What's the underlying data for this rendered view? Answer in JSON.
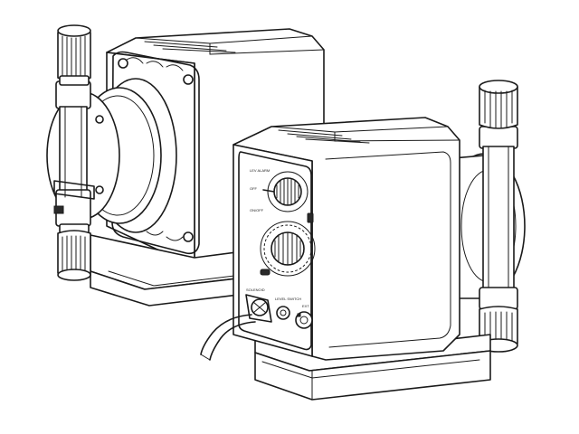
{
  "panel_labels": {
    "label_a": "LEV ALARM",
    "label_b": "OFF",
    "label_c": "ON/OFF",
    "solenoid": "SOLENOID",
    "level": "LEVEL SWITCH",
    "ext": "EXT"
  },
  "colors": {
    "line": "#1a1a1a",
    "fill": "#ffffff",
    "shade": "#e9e9e9"
  }
}
